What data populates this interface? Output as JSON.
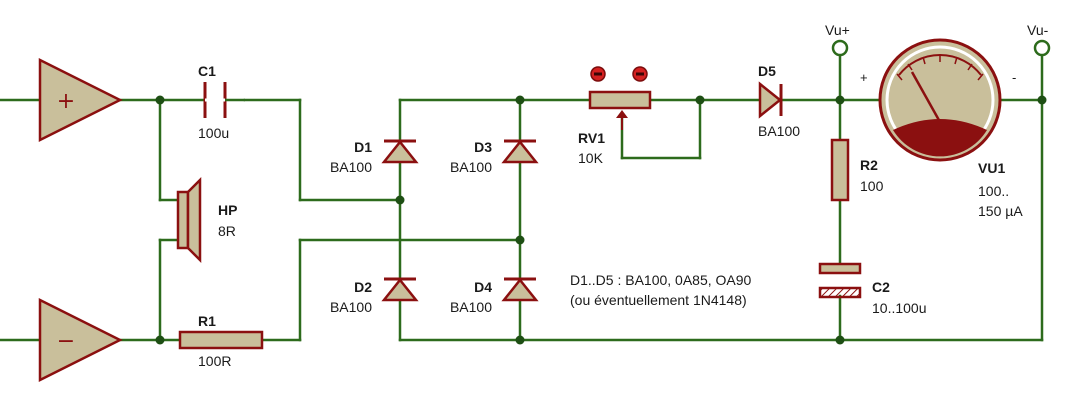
{
  "colors": {
    "wire": "#2d6b1c",
    "component_outline": "#8b1010",
    "component_fill": "#c9bf9b",
    "junction": "#1e4f14",
    "text": "#1a1a1a"
  },
  "opamps": {
    "upper_sign": "+",
    "lower_sign": "−"
  },
  "components": {
    "C1": {
      "ref": "C1",
      "value": "100u"
    },
    "HP": {
      "ref": "HP",
      "value": "8R"
    },
    "R1": {
      "ref": "R1",
      "value": "100R"
    },
    "D1": {
      "ref": "D1",
      "value": "BA100"
    },
    "D2": {
      "ref": "D2",
      "value": "BA100"
    },
    "D3": {
      "ref": "D3",
      "value": "BA100"
    },
    "D4": {
      "ref": "D4",
      "value": "BA100"
    },
    "RV1": {
      "ref": "RV1",
      "value": "10K"
    },
    "D5": {
      "ref": "D5",
      "value": "BA100"
    },
    "R2": {
      "ref": "R2",
      "value": "100"
    },
    "C2": {
      "ref": "C2",
      "value": "10..100u"
    },
    "VU1": {
      "ref": "VU1",
      "value_line1": "100..",
      "value_line2": "150 µA",
      "plus": "+",
      "minus": "-"
    }
  },
  "terminals": {
    "vu_plus": "Vu+",
    "vu_minus": "Vu-"
  },
  "note": {
    "line1": "D1..D5 : BA100, 0A85, OA90",
    "line2": "(ou éventuellement 1N4148)"
  },
  "icons": {
    "opamp": "triangle-amplifier-icon",
    "diode": "diode-icon",
    "meter": "analog-meter-icon",
    "speaker": "speaker-icon"
  }
}
